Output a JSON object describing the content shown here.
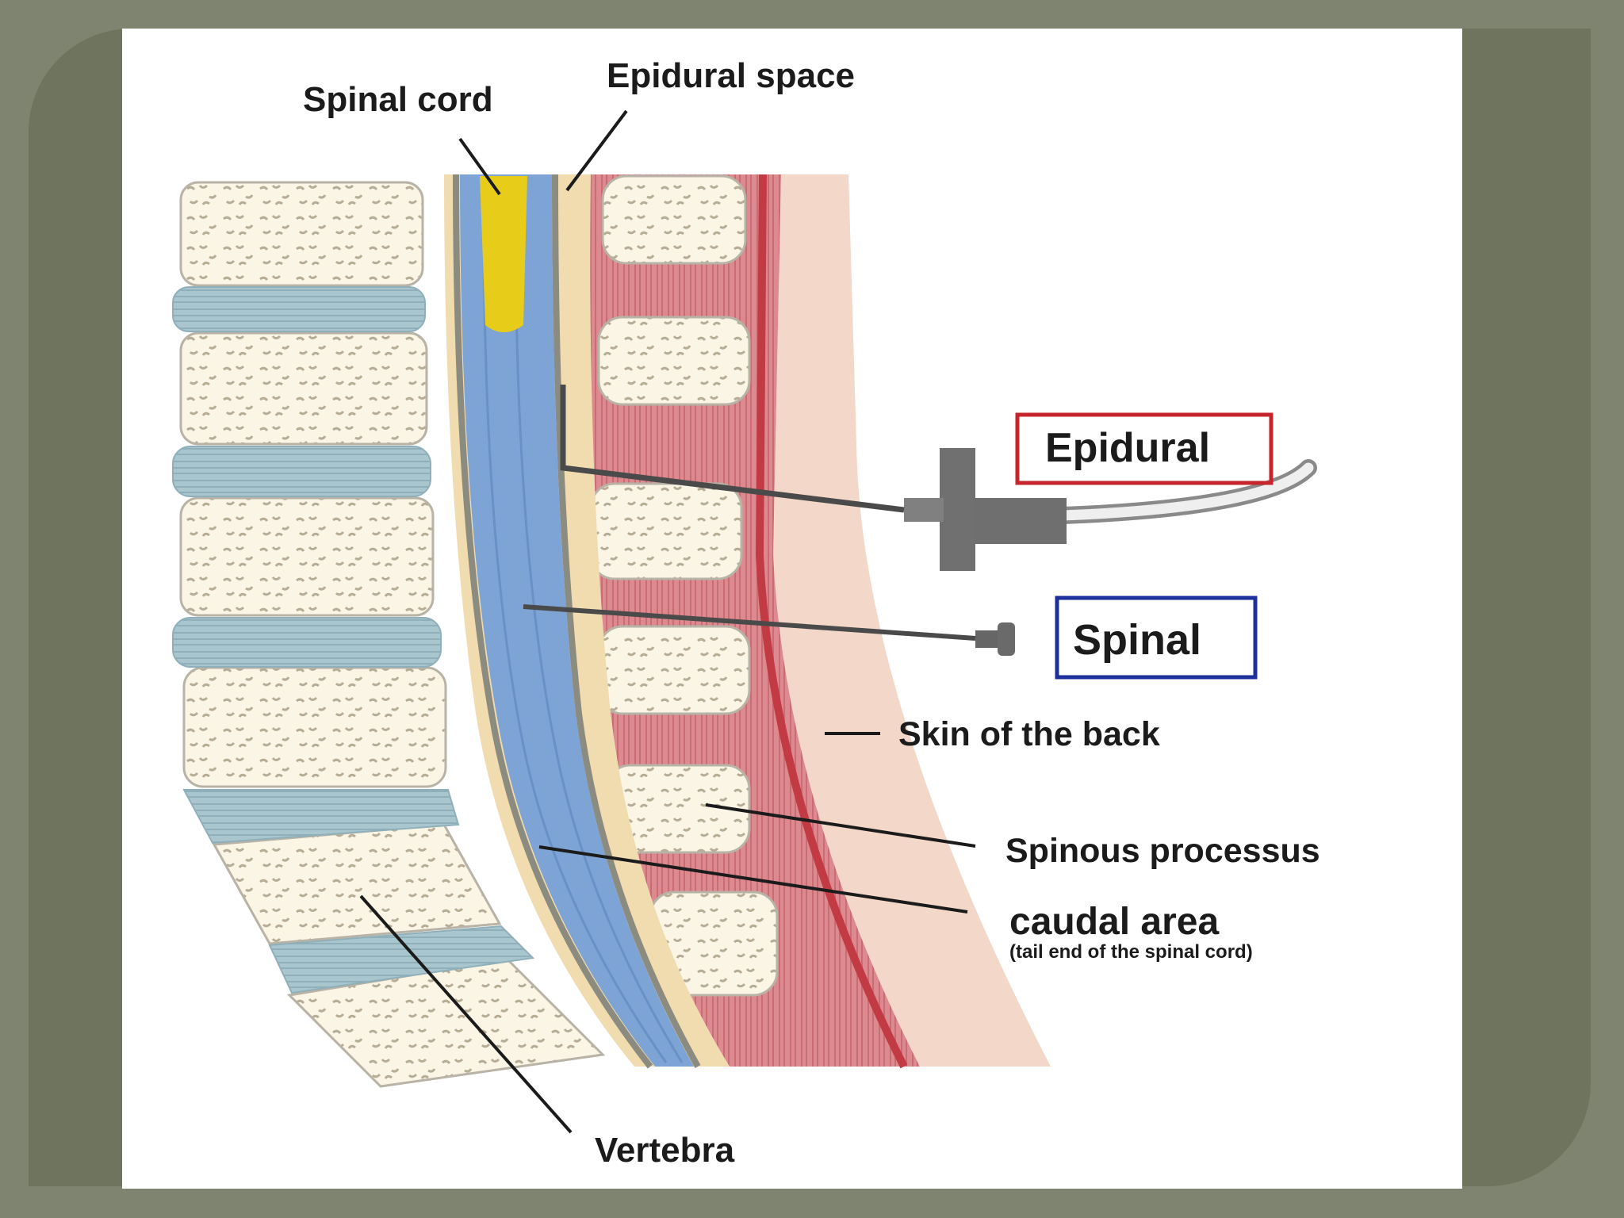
{
  "labels": {
    "spinal_cord": "Spinal cord",
    "epidural_space": "Epidural space",
    "epidural": "Epidural",
    "spinal": "Spinal",
    "skin_of_back": "Skin of the back",
    "spinous_processus": "Spinous processus",
    "caudal_area": "caudal area",
    "caudal_area_note": "(tail end of the spinal cord)",
    "vertebra": "Vertebra"
  },
  "colors": {
    "frame": "#7f8471",
    "panel": "#6f745f",
    "bone": "#fbf5e6",
    "disc": "#a9c6cf",
    "csf": "#7ea4d6",
    "cord": "#e7cc1a",
    "epidural_fat": "#f1dcb0",
    "muscle": "#d9848a",
    "skin": "#f3d7c8",
    "epidural_box": "#c6262b",
    "spinal_box": "#1d2f9a"
  }
}
